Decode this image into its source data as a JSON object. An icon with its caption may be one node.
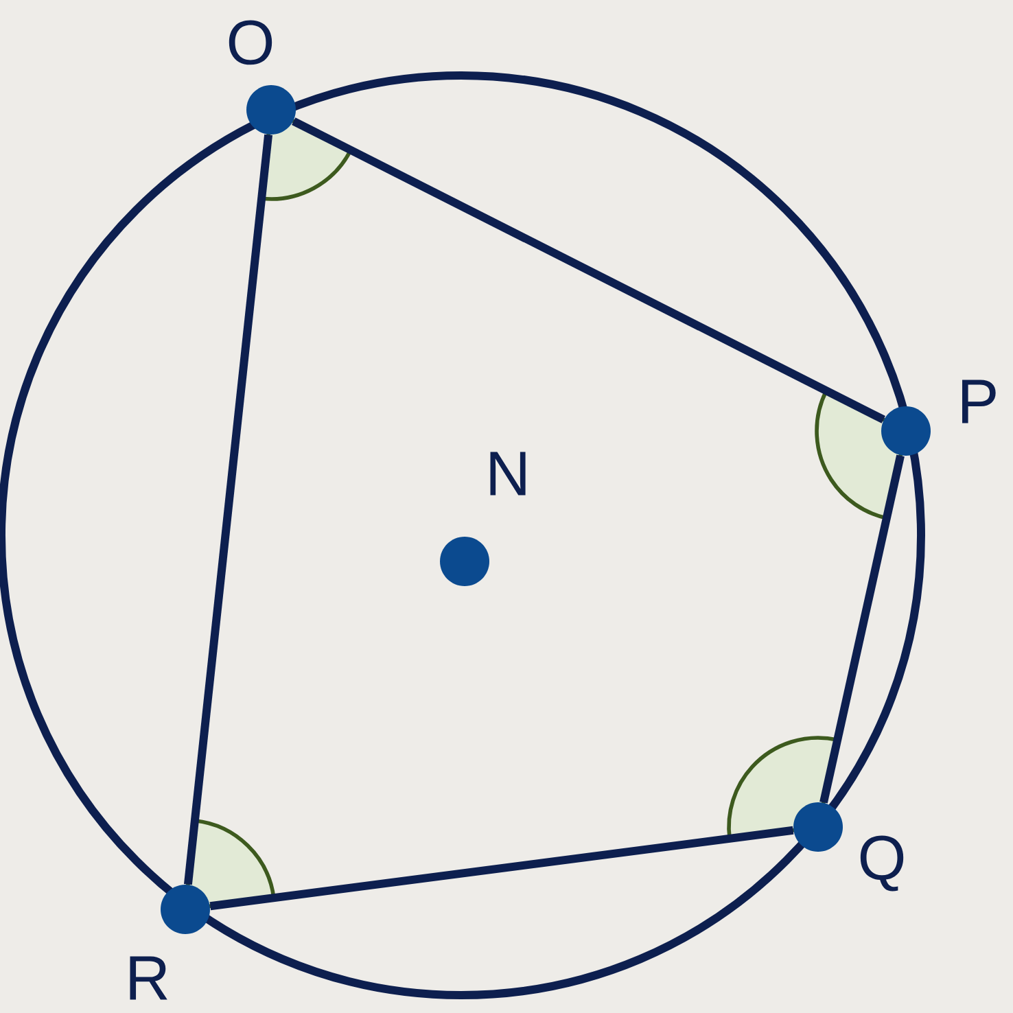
{
  "diagram": {
    "nodes": [
      {
        "text": [],
        "shape": "circle",
        "beside": [
          "O"
        ]
      },
      {
        "text": [],
        "shape": "circle",
        "beside": [
          "P"
        ]
      },
      {
        "text": [],
        "shape": "circle",
        "beside": [
          "Q"
        ]
      },
      {
        "text": [],
        "shape": "circle",
        "beside": [
          "R"
        ]
      },
      {
        "text": [],
        "shape": "circle",
        "beside": [
          "N"
        ]
      }
    ],
    "edges": [
      {
        "from": 0,
        "to": 1,
        "arrow": "none"
      },
      {
        "from": 1,
        "to": 2,
        "arrow": "none"
      },
      {
        "from": 2,
        "to": 3,
        "arrow": "none"
      },
      {
        "from": 3,
        "to": 0,
        "arrow": "none"
      }
    ]
  }
}
